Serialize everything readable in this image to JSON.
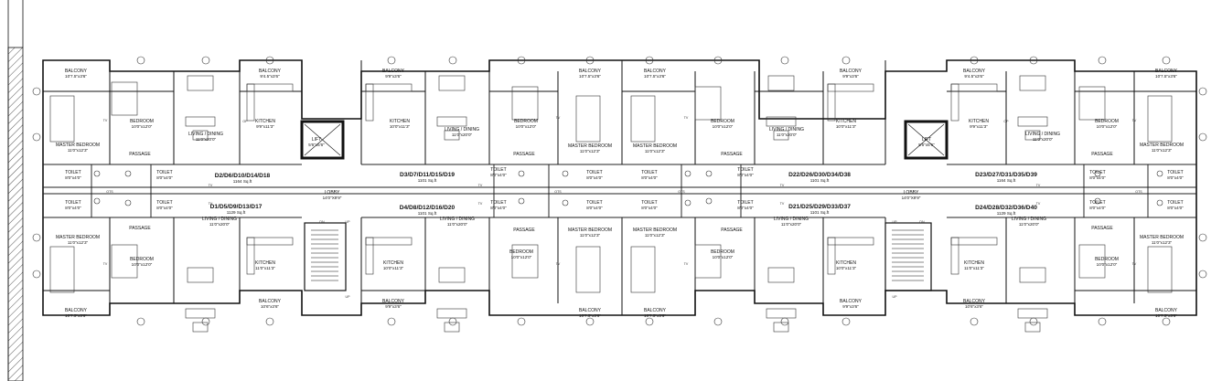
{
  "plan": {
    "colors": {
      "wall": "#111111",
      "line": "#333333",
      "paper": "#ffffff",
      "hatch": "#555555"
    },
    "units": {
      "d2": {
        "name": "D2/D6/D10/D14/D18",
        "area": "1164 Sq.ft"
      },
      "d1": {
        "name": "D1/D5/D9/D13/D17",
        "area": "1129 Sq.ft"
      },
      "d3": {
        "name": "D3/D7/D11/D15/D19",
        "area": "1101 Sq.ft"
      },
      "d4": {
        "name": "D4/D8/D12/D16/D20",
        "area": "1101 Sq.ft"
      },
      "d22": {
        "name": "D22/D26/D30/D34/D38",
        "area": "1101 Sq.ft"
      },
      "d21": {
        "name": "D21/D25/D29/D33/D37",
        "area": "1101 Sq.ft"
      },
      "d23": {
        "name": "D23/D27/D31/D35/D39",
        "area": "1164 Sq.ft"
      },
      "d24": {
        "name": "D24/D28/D32/D36/D40",
        "area": "1129 Sq.ft"
      }
    },
    "rooms": {
      "balcony": "BALCONY",
      "bedroom": "BEDROOM",
      "master_bedroom": "MASTER BEDROOM",
      "living_dining": "LIVING / DINING",
      "kitchen": "KITCHEN",
      "toilet": "TOILET",
      "passage": "PASSAGE",
      "lobby": "LOBBY",
      "lift": "LIFT",
      "ots": "OTS",
      "tv": "TV",
      "op": "OP",
      "dn": "DN",
      "up": "UP"
    },
    "dims": {
      "balcony_a": "10'7.5\"x3'6\"",
      "balcony_b": "9'4.5\"x3'6\"",
      "balcony_c": "9'9\"x3'6\"",
      "balcony_d": "10'6\"x3'6\"",
      "bedroom": "10'0\"x12'0\"",
      "master": "11'0\"x12'3\"",
      "living": "11'0\"x20'0\"",
      "kitchen_a": "9'9\"x11'3\"",
      "kitchen_b": "10'0\"x11'3\"",
      "kitchen_c": "11'0\"x11'3\"",
      "toilet": "8'0\"x4'0\"",
      "lobby": "14'0\"X9'9\"",
      "lift": "5'6\"x5'6\""
    }
  }
}
